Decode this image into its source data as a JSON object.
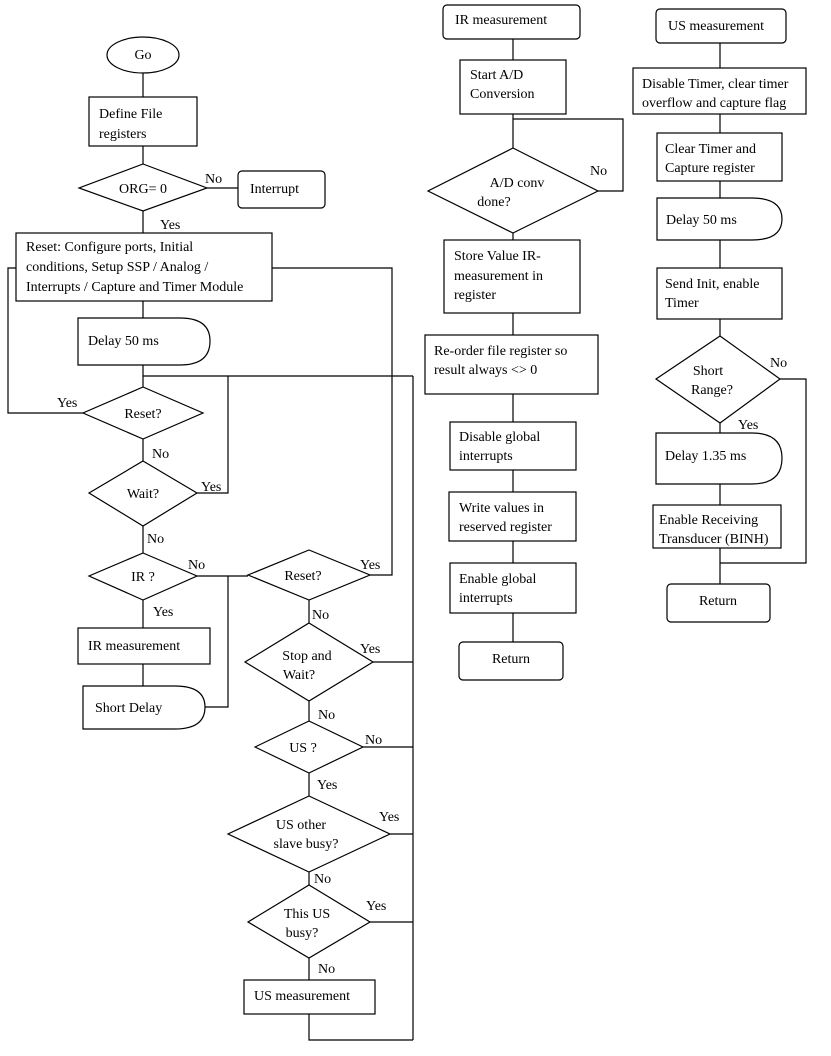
{
  "main": {
    "go": "Go",
    "define": [
      "Define File",
      "registers"
    ],
    "org": "ORG= 0",
    "org_no": "No",
    "interrupt": "Interrupt",
    "org_yes": "Yes",
    "reset_block": [
      "Reset: Configure ports, Initial",
      "conditions, Setup SSP / Analog /",
      "Interrupts / Capture and Timer Module"
    ],
    "delay": "Delay 50 ms",
    "reset1_yes": "Yes",
    "reset1": "Reset?",
    "reset1_no": "No",
    "wait": "Wait?",
    "wait_yes": "Yes",
    "wait_no": "No",
    "ir": "IR ?",
    "ir_no": "No",
    "ir_yes": "Yes",
    "ir_meas": "IR measurement",
    "short_delay": "Short Delay",
    "reset2": "Reset?",
    "reset2_yes": "Yes",
    "reset2_no": "No",
    "stop_wait": [
      "Stop and",
      "Wait?"
    ],
    "stop_yes": "Yes",
    "stop_no": "No",
    "us": "US ?",
    "us_no": "No",
    "us_yes": "Yes",
    "us_other": [
      "US other",
      "slave busy?"
    ],
    "us_other_yes": "Yes",
    "us_other_no": "No",
    "this_us": [
      "This US",
      "busy?"
    ],
    "this_us_yes": "Yes",
    "this_us_no": "No",
    "us_meas": "US measurement"
  },
  "ir_routine": {
    "title": "IR measurement",
    "start_ad": [
      "Start A/D",
      "Conversion"
    ],
    "ad_done": [
      "A/D conv",
      "done?"
    ],
    "ad_no": "No",
    "store": [
      "Store Value IR-",
      "measurement in",
      "register"
    ],
    "reorder": [
      "Re-order file register so",
      "result always <> 0"
    ],
    "disable": [
      "Disable global",
      "interrupts"
    ],
    "write": [
      "Write values in",
      "reserved register"
    ],
    "enable": [
      "Enable global",
      "interrupts"
    ],
    "return": "Return"
  },
  "us_routine": {
    "title": "US measurement",
    "disable_timer": [
      "Disable Timer, clear timer",
      "overflow and capture flag"
    ],
    "clear_timer": [
      "Clear Timer and",
      "Capture register"
    ],
    "delay": "Delay 50 ms",
    "send_init": [
      "Send Init, enable",
      "Timer"
    ],
    "short_range": [
      "Short",
      "Range?"
    ],
    "sr_no": "No",
    "sr_yes": "Yes",
    "delay2": "Delay 1.35 ms",
    "enable_rx": [
      "Enable Receiving",
      "Transducer (BINH)"
    ],
    "return": "Return"
  }
}
